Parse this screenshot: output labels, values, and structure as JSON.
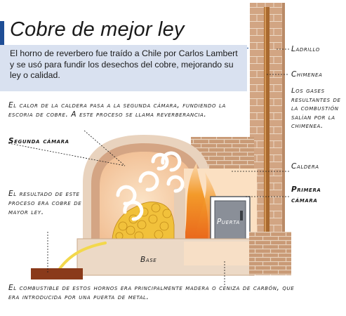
{
  "title": "Cobre de mejor ley",
  "intro": "El horno de reverbero fue traído a Chile por Carlos Lambert y se usó para fundir los desechos del cobre, mejorando su ley o calidad.",
  "notes": {
    "calor": "El calor de la caldera pasa a la segunda cámara, fundiendo la escoria de cobre. A este proceso se llama reverberancia.",
    "resultado": "El resultado de este proceso era cobre de mayor ley.",
    "combustible": "El combustible de estos hornos era principalmente madera o ceniza de carbón, que era introducida por una puerta de metal."
  },
  "labels": {
    "segunda_camara": "Segunda cámara",
    "ladrillo": "Ladrillo",
    "chimenea": "Chimenea",
    "gases": "Los gases resultantes de la combustión salían por la chimenea.",
    "caldera": "Caldera",
    "primera_camara_1": "Primera",
    "primera_camara_2": "cámara",
    "puerta": "Puerta",
    "base": "Base"
  },
  "colors": {
    "accent": "#1f4e96",
    "brick": "#c99a76",
    "mortar": "#e8d2bd",
    "base": "#ecd9c6",
    "inner": "#f3c8a0",
    "fire": "#f08a1e",
    "copper": "#f1c13b",
    "door": "#8a8f98"
  }
}
